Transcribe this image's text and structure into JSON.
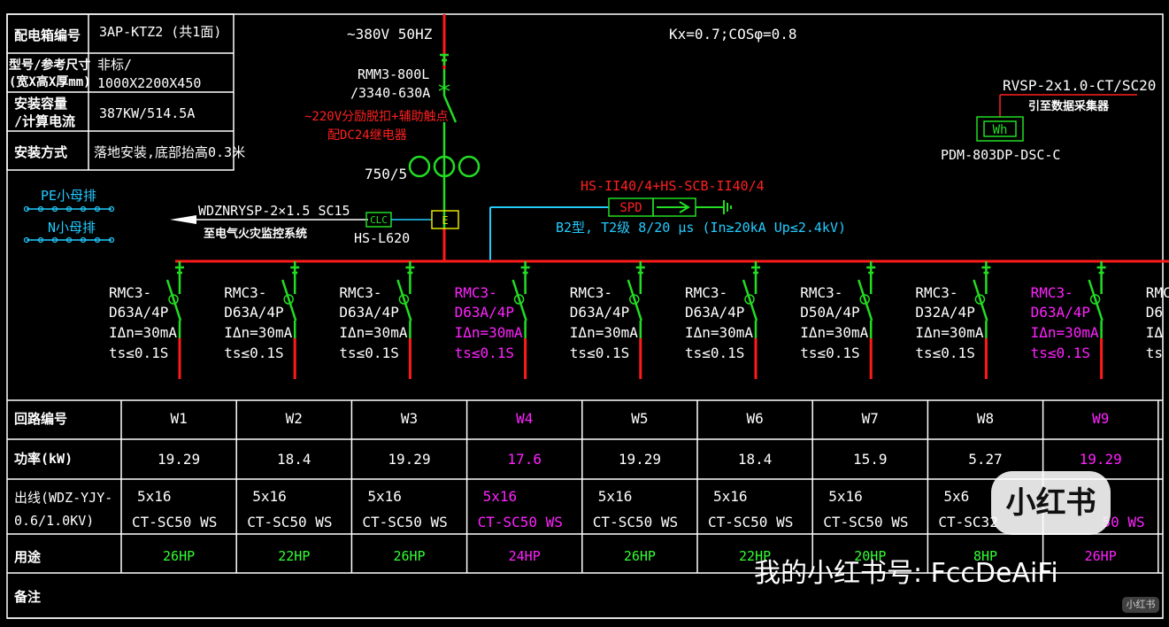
{
  "colors": {
    "background": "#000000",
    "frame": "#ffffff",
    "bus": "#ff1a1a",
    "breaker_on": "#22dd22",
    "text": "#ffffff",
    "red_text": "#ff2020",
    "cyan": "#22ccff",
    "magenta": "#ff22ff",
    "green_text": "#33ff33"
  },
  "info_table": [
    {
      "label": "配电箱编号",
      "value": "3AP-KTZ2 (共1面)"
    },
    {
      "label": "型号/参考尺寸(宽X高X厚mm)",
      "value": "非标/1000X2200X450"
    },
    {
      "label": "安装容量/计算电流",
      "value": "387KW/514.5A"
    },
    {
      "label": "安装方式",
      "value": "落地安装,底部抬高0.3米"
    }
  ],
  "incoming": {
    "supply": "~380V 50HZ",
    "main_breaker_model": "RMM3-800L",
    "main_breaker_rating": "/3340-630A",
    "shunt_note_1": "~220V分励脱扣+辅助触点",
    "shunt_note_2": "配DC24继电器",
    "ct_ratio": "750/5"
  },
  "kx_cos": "Kx=0.7;COSφ=0.8",
  "meter": {
    "cable": "RVSP-2x1.0-CT/SC20",
    "cable_note": "引至数据采集器",
    "label": "Wh",
    "model": "PDM-803DP-DSC-C"
  },
  "pe_bus": "PE小母排",
  "n_bus": "N小母排",
  "fire_monitor": {
    "cable": "WDZNRYSP-2×1.5 SC15",
    "note": "至电气火灾监控系统",
    "module_label": "CLC",
    "model": "HS-L620",
    "sensor_label": "E"
  },
  "spd": {
    "model": "HS-II40/4+HS-SCB-II40/4",
    "label": "SPD",
    "spec": "B2型, T2级 8/20 μs (In≥20kA Up≤2.4kV)"
  },
  "branches": [
    {
      "model": "RMC3-",
      "rating": "D63A/4P",
      "ion": "IΔn=30mA",
      "ts": "ts≤0.1S",
      "highlight": false
    },
    {
      "model": "RMC3-",
      "rating": "D63A/4P",
      "ion": "IΔn=30mA",
      "ts": "ts≤0.1S",
      "highlight": false
    },
    {
      "model": "RMC3-",
      "rating": "D63A/4P",
      "ion": "IΔn=30mA",
      "ts": "ts≤0.1S",
      "highlight": false
    },
    {
      "model": "RMC3-",
      "rating": "D63A/4P",
      "ion": "IΔn=30mA",
      "ts": "ts≤0.1S",
      "highlight": true
    },
    {
      "model": "RMC3-",
      "rating": "D63A/4P",
      "ion": "IΔn=30mA",
      "ts": "ts≤0.1S",
      "highlight": false
    },
    {
      "model": "RMC3-",
      "rating": "D63A/4P",
      "ion": "IΔn=30mA",
      "ts": "ts≤0.1S",
      "highlight": false
    },
    {
      "model": "RMC3-",
      "rating": "D50A/4P",
      "ion": "IΔn=30mA",
      "ts": "ts≤0.1S",
      "highlight": false
    },
    {
      "model": "RMC3-",
      "rating": "D32A/4P",
      "ion": "IΔn=30mA",
      "ts": "ts≤0.1S",
      "highlight": false
    },
    {
      "model": "RMC3-",
      "rating": "D63A/4P",
      "ion": "IΔn=30mA",
      "ts": "ts≤0.1S",
      "highlight": true
    },
    {
      "model": "RMC",
      "rating": "D6",
      "ion": "IΔ",
      "ts": "ts",
      "highlight": false
    }
  ],
  "table": {
    "row_labels": [
      "回路编号",
      "功率(kW)",
      "出线(WDZ-YJY-0.6/1.0KV)",
      "用途",
      "备注"
    ],
    "circuits": [
      {
        "id": "W1",
        "power": "19.29",
        "cable_1": "5x16",
        "cable_2": "CT-SC50 WS",
        "use": "26HP",
        "highlight": false
      },
      {
        "id": "W2",
        "power": "18.4",
        "cable_1": "5x16",
        "cable_2": "CT-SC50 WS",
        "use": "22HP",
        "highlight": false
      },
      {
        "id": "W3",
        "power": "19.29",
        "cable_1": "5x16",
        "cable_2": "CT-SC50 WS",
        "use": "26HP",
        "highlight": false
      },
      {
        "id": "W4",
        "power": "17.6",
        "cable_1": "5x16",
        "cable_2": "CT-SC50 WS",
        "use": "24HP",
        "highlight": true
      },
      {
        "id": "W5",
        "power": "19.29",
        "cable_1": "5x16",
        "cable_2": "CT-SC50 WS",
        "use": "26HP",
        "highlight": false
      },
      {
        "id": "W6",
        "power": "18.4",
        "cable_1": "5x16",
        "cable_2": "CT-SC50 WS",
        "use": "22HP",
        "highlight": false
      },
      {
        "id": "W7",
        "power": "15.9",
        "cable_1": "5x16",
        "cable_2": "CT-SC50 WS",
        "use": "20HP",
        "highlight": false
      },
      {
        "id": "W8",
        "power": "5.27",
        "cable_1": "5x6",
        "cable_2": "CT-SC32",
        "use": "8HP",
        "highlight": false
      },
      {
        "id": "W9",
        "power": "19.29",
        "cable_1": "",
        "cable_2": "50 WS",
        "use": "26HP",
        "highlight": true
      }
    ]
  },
  "watermark": {
    "logo": "小红书",
    "account": "我的小红书号: FccDeAiFi",
    "corner": "小红书"
  }
}
